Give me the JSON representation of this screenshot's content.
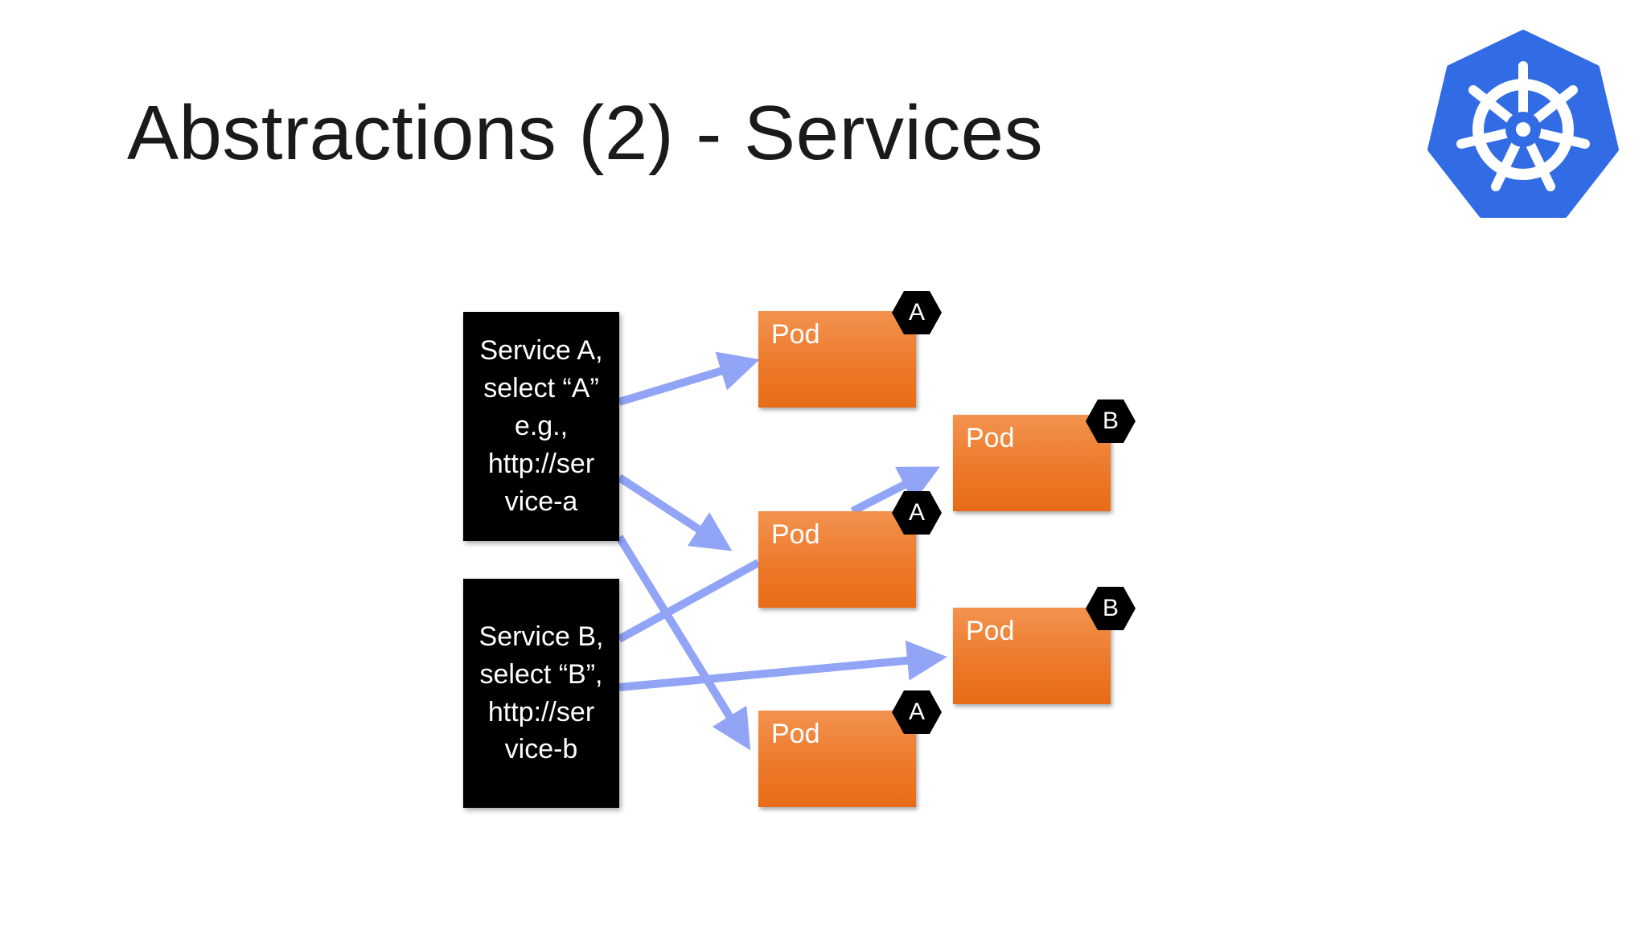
{
  "slide": {
    "title": "Abstractions (2) - Services"
  },
  "logo": {
    "icon": "kubernetes-helm-wheel-icon",
    "color": "#326ce5"
  },
  "services": [
    {
      "lines": [
        "Service A,",
        "select “A”",
        "e.g.,",
        "http://ser",
        "vice-a"
      ]
    },
    {
      "lines": [
        "Service B,",
        "select “B”,",
        "http://ser",
        "vice-b"
      ]
    }
  ],
  "pods": [
    {
      "label": "Pod",
      "selector": "A"
    },
    {
      "label": "Pod",
      "selector": "A"
    },
    {
      "label": "Pod",
      "selector": "A"
    },
    {
      "label": "Pod",
      "selector": "B"
    },
    {
      "label": "Pod",
      "selector": "B"
    }
  ],
  "colors": {
    "service_box": "#000000",
    "pod_box": "#ec7a2a",
    "arrow": "#8ca0f5",
    "badge": "#000000"
  }
}
